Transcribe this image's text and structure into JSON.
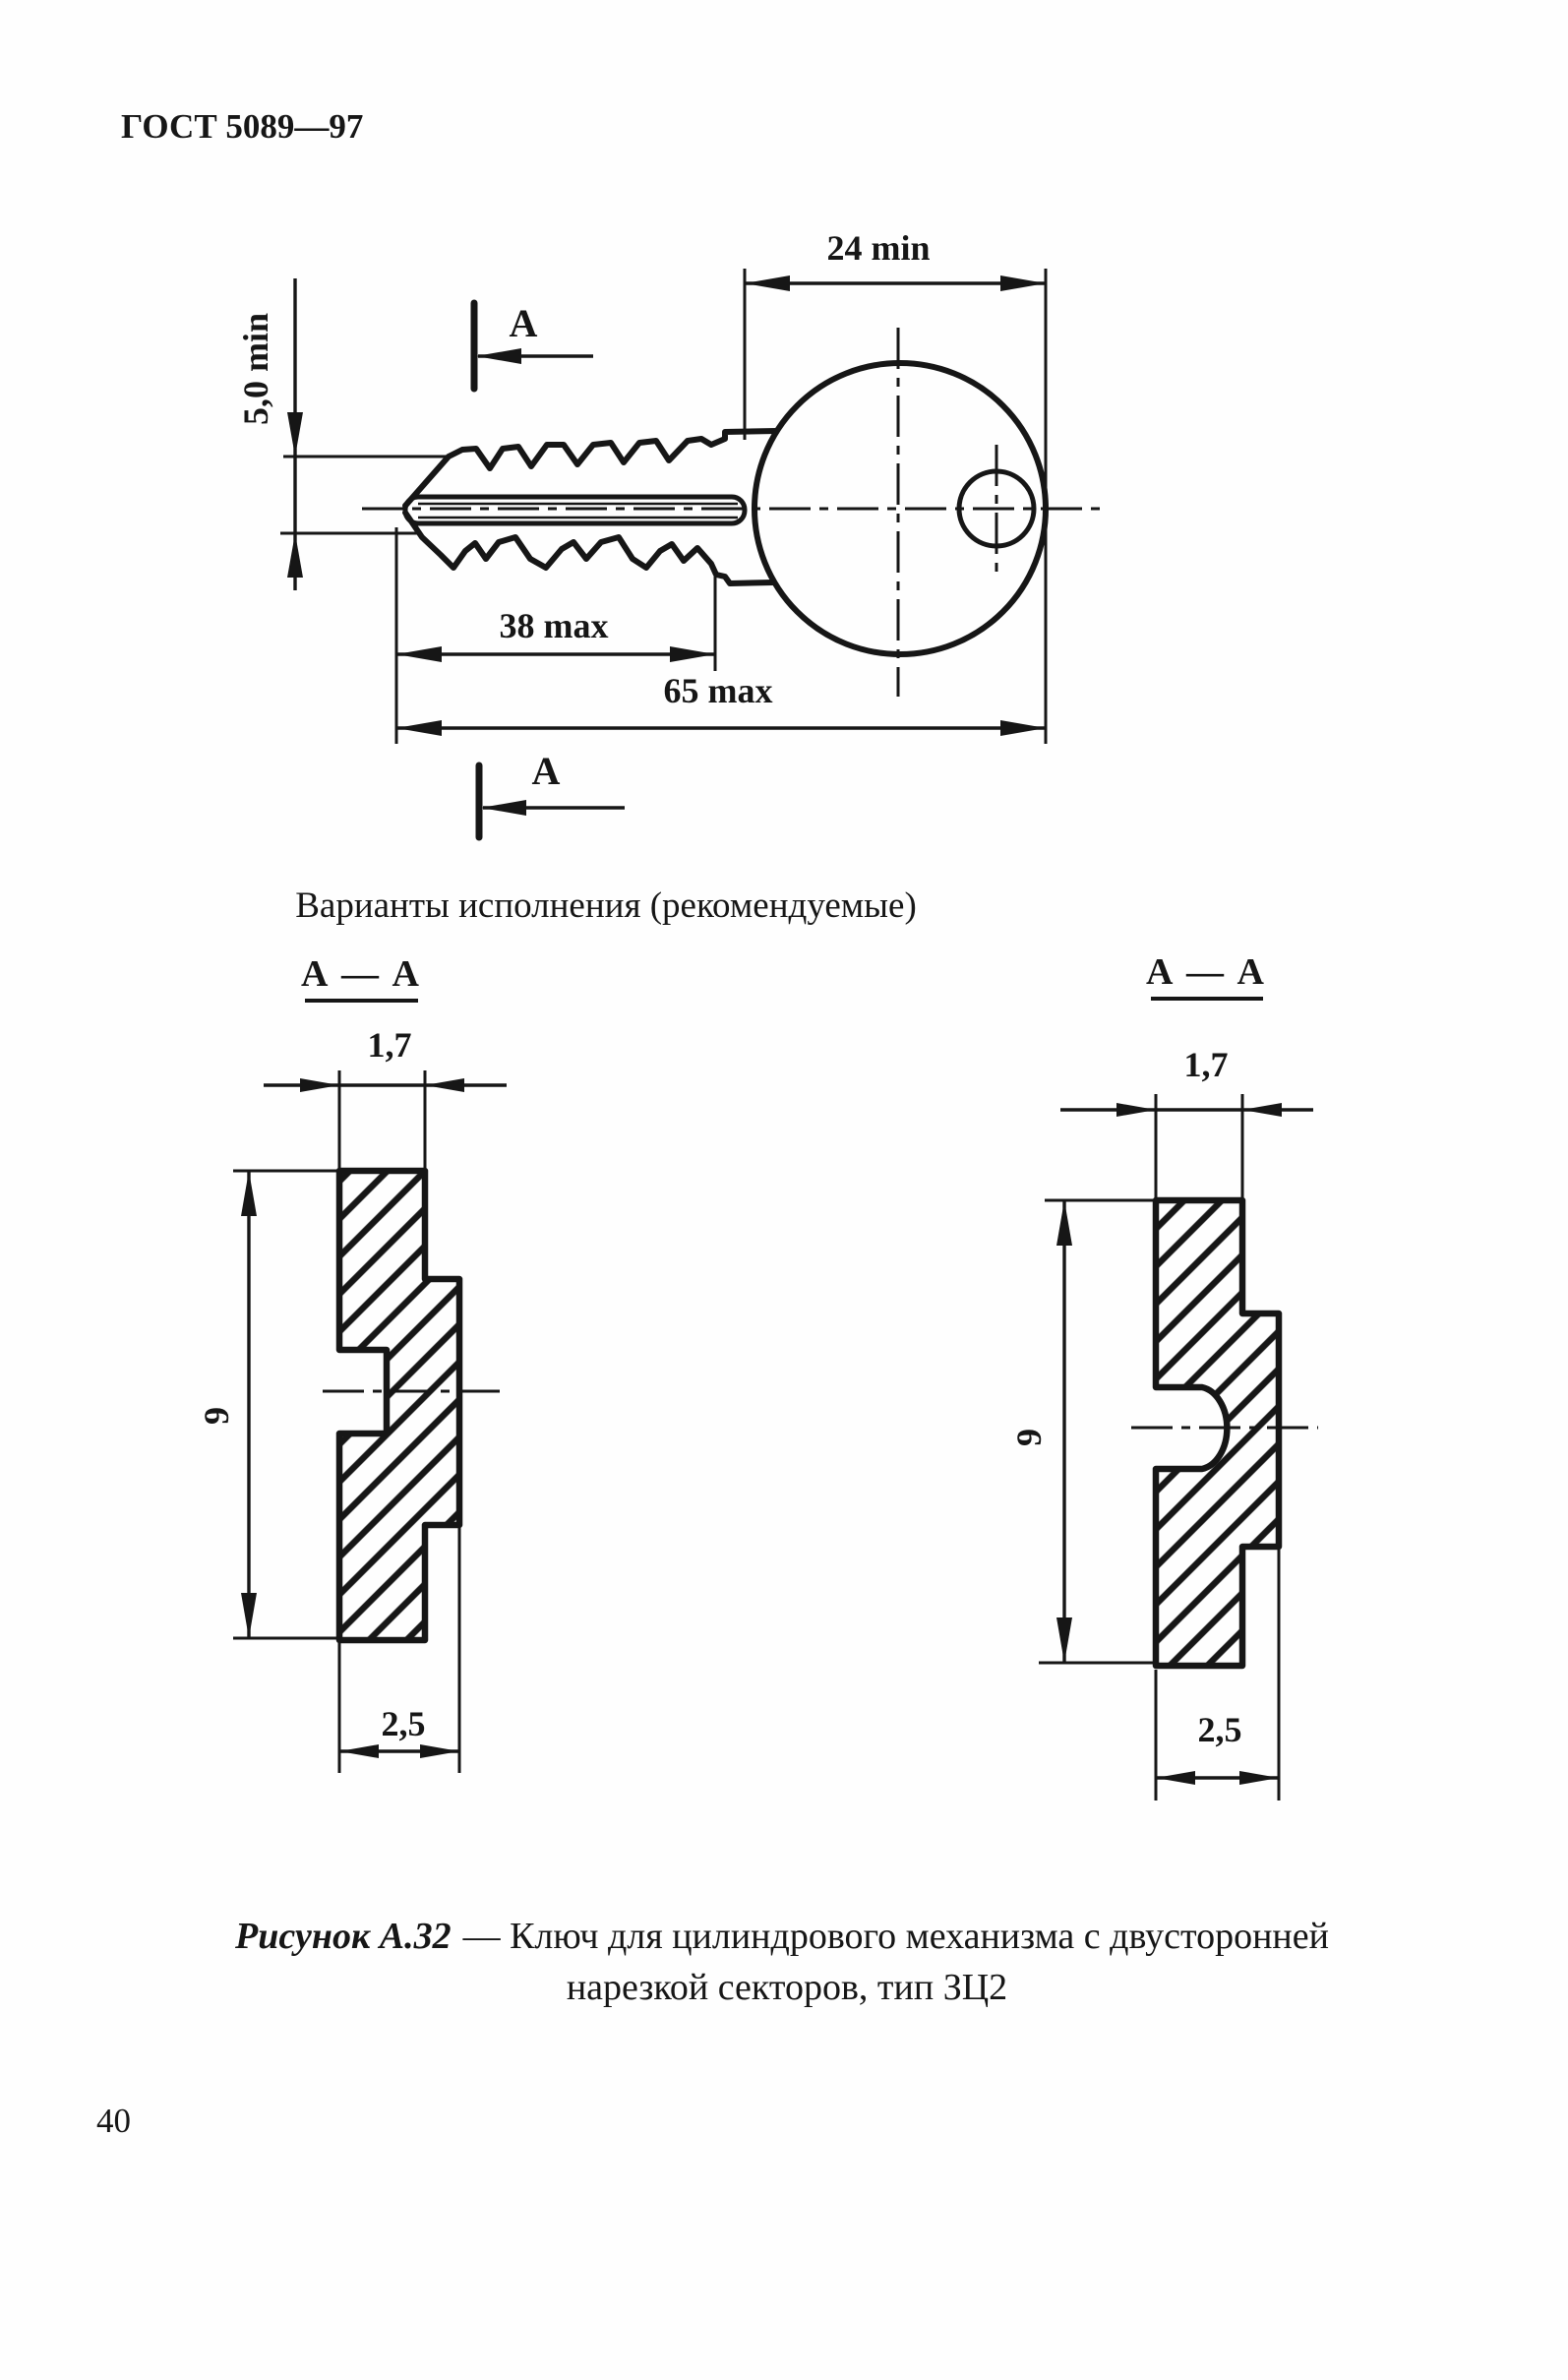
{
  "page": {
    "standard_code": "ГОСТ 5089—97",
    "page_number": "40"
  },
  "key_view": {
    "dim_head_width": "24 min",
    "dim_blade_height": "5,0 min",
    "dim_bitting_length": "38 max",
    "dim_total_length": "65 max",
    "section_marker": "А"
  },
  "variants_heading": "Варианты исполнения (рекомендуемые)",
  "sections": {
    "left": {
      "title": "А — А",
      "dim_width": "1,7",
      "dim_height": "9",
      "dim_full_width": "2,5"
    },
    "right": {
      "title": "А — А",
      "dim_width": "1,7",
      "dim_height": "9",
      "dim_full_width": "2,5"
    }
  },
  "caption": {
    "label": "Рисунок А.32",
    "line1_rest": "— Ключ для цилиндрового механизма с двусторонней",
    "line2": "нарезкой секторов, тип ЗЦ2"
  },
  "colors": {
    "ink": "#161616",
    "paper": "#fefefe"
  }
}
